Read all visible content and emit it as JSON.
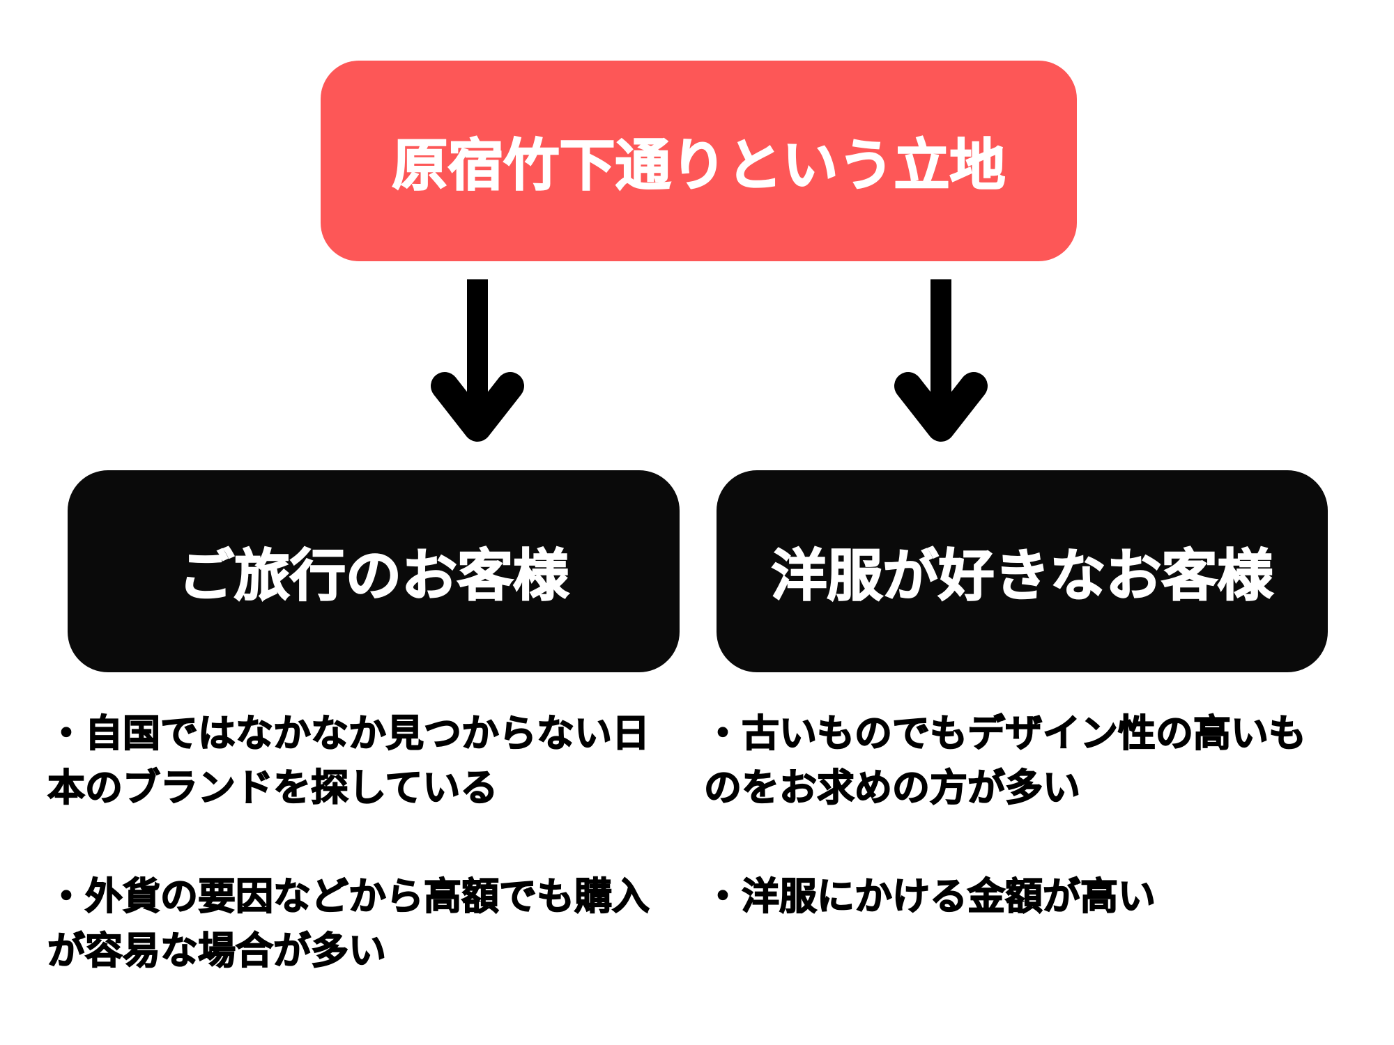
{
  "diagram": {
    "background": "#FFFFFF",
    "arrow_color": "#000000",
    "root": {
      "label": "原宿竹下通りという立地",
      "color": "#FD5757",
      "text_color": "#FFFFFF"
    },
    "branches": [
      {
        "label": "ご旅行のお客様",
        "color": "#000000",
        "text_color": "#FFFFFF",
        "bullets": [
          "・自国ではなかなか見つからない日本のブランドを探している",
          "・外貨の要因などから高額でも購入が容易な場合が多い"
        ]
      },
      {
        "label": "洋服が好きなお客様",
        "color": "#000000",
        "text_color": "#FFFFFF",
        "bullets": [
          "・古いものでもデザイン性の高いものをお求めの方が多い",
          "・洋服にかける金額が高い"
        ]
      }
    ]
  }
}
